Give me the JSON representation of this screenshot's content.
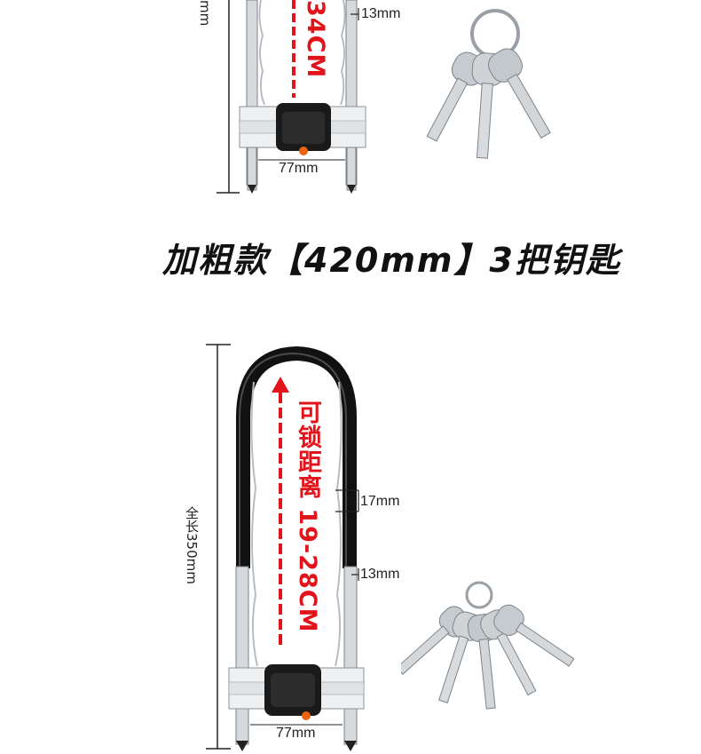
{
  "top_lock": {
    "range_fragment": "34CM",
    "side_label_fragment": "mm",
    "dim_13": "13mm",
    "dim_77": "77mm",
    "key_count": 3
  },
  "section_title": "加粗款【420mm】3把钥匙",
  "bottom_lock": {
    "range_label": "可锁距离 19-28CM",
    "total_length": "全长350mm",
    "dim_17": "17mm",
    "dim_13": "13mm",
    "dim_77": "77mm",
    "key_count": 5
  },
  "colors": {
    "accent_red": "#e2141b",
    "shackle_black": "#111111",
    "steel": "#c9cfd4"
  }
}
